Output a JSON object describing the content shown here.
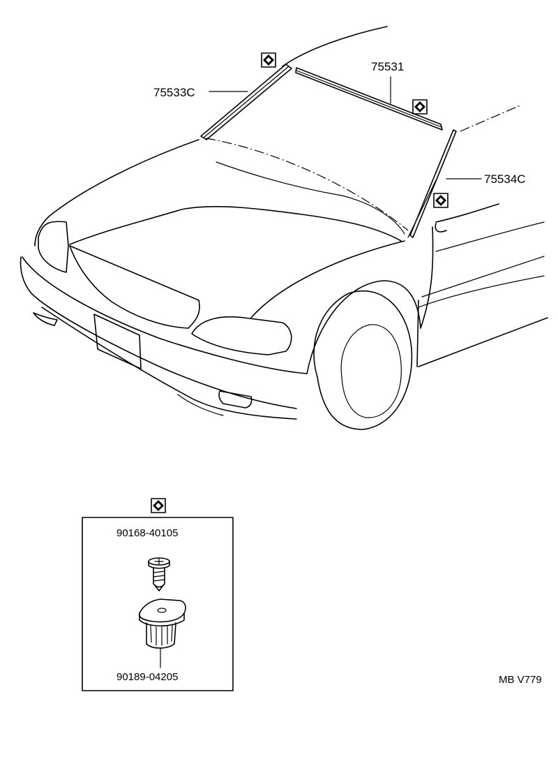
{
  "parts": {
    "part_75533C": "75533C",
    "part_75531": "75531",
    "part_75534C": "75534C"
  },
  "inset": {
    "screw_part": "90168-40105",
    "clip_part": "90189-04205"
  },
  "figure_code": "MB V779",
  "icons": {
    "marker": "diamond-in-square-icon",
    "screw": "screw-icon",
    "clip": "clip-icon"
  }
}
